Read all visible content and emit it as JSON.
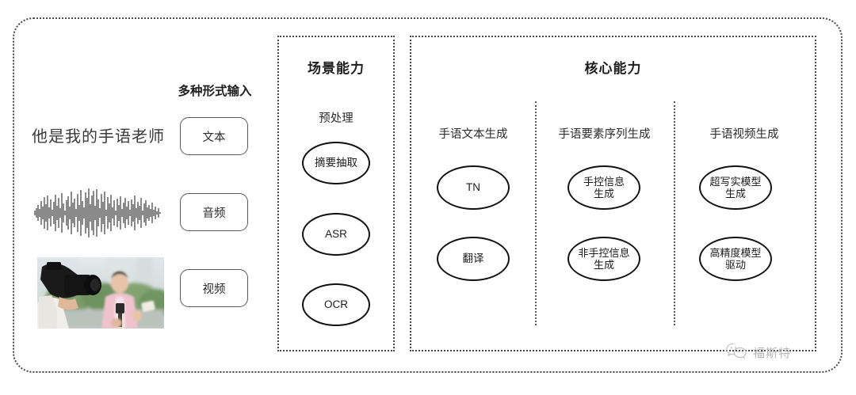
{
  "input_section": {
    "heading": "多种形式输入",
    "sample_text": "他是我的手语老师",
    "chips": [
      {
        "label": "文本",
        "name": "text"
      },
      {
        "label": "音频",
        "name": "audio"
      },
      {
        "label": "视频",
        "name": "video"
      }
    ],
    "waveform_icon": "audio-waveform-icon",
    "video_thumbnail_alt": "camera-operator-filming-reporter"
  },
  "scene_panel": {
    "title": "场景能力",
    "column": {
      "header": "预处理",
      "nodes": [
        "摘要抽取",
        "ASR",
        "OCR"
      ]
    }
  },
  "core_panel": {
    "title": "核心能力",
    "columns": [
      {
        "header": "手语文本生成",
        "nodes": [
          "TN",
          "翻译"
        ]
      },
      {
        "header": "手语要素序列生成",
        "nodes": [
          "手控信息\n生成",
          "非手控信息\n生成"
        ]
      },
      {
        "header": "手语视频生成",
        "nodes": [
          "超写实模型\n生成",
          "高精度模型\n驱动"
        ]
      }
    ]
  },
  "watermark": {
    "text": "福斯特",
    "icon": "wechat-logo-icon"
  },
  "colors": {
    "border": "#4a4a4a",
    "node_stroke": "#111111",
    "text": "#2b2b2b",
    "watermark": "#b4b4b4",
    "background": "#ffffff"
  }
}
